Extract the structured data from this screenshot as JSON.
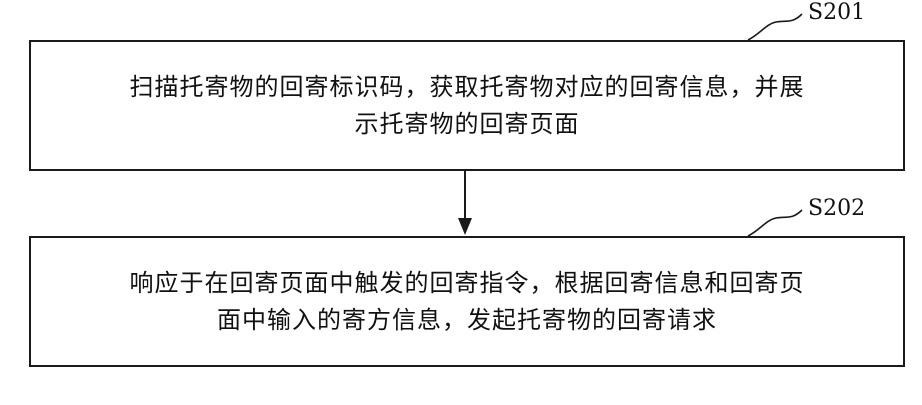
{
  "steps": [
    {
      "label": "S201",
      "lines": [
        "扫描托寄物的回寄标识码，获取托寄物对应的回寄信息，并展",
        "示托寄物的回寄页面"
      ]
    },
    {
      "label": "S202",
      "lines": [
        "响应于在回寄页面中触发的回寄指令，根据回寄信息和回寄页",
        "面中输入的寄方信息，发起托寄物的回寄请求"
      ]
    }
  ]
}
